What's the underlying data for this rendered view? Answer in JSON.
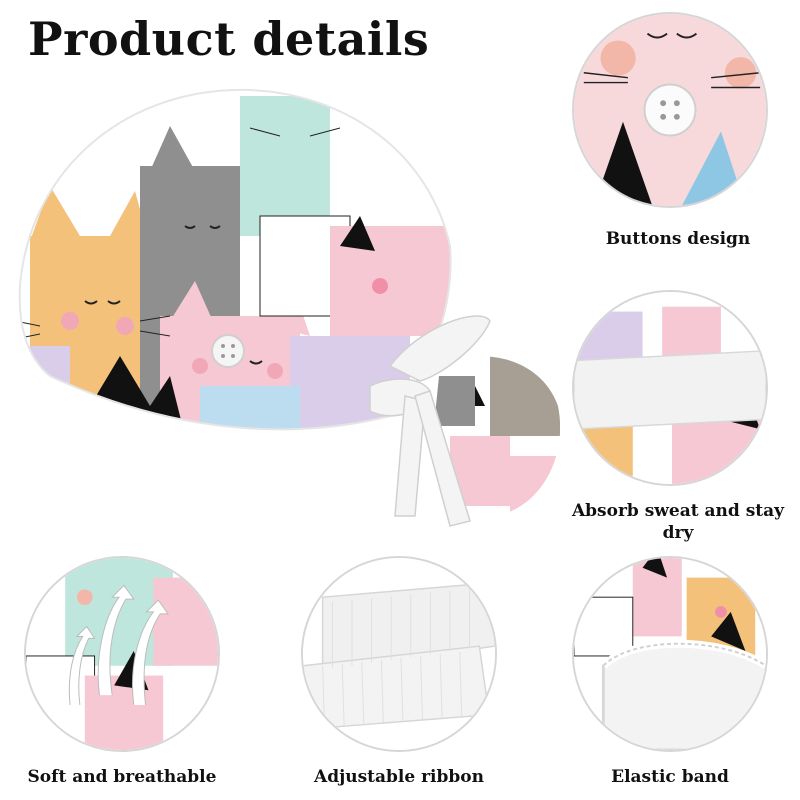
{
  "title": "Product details",
  "details": [
    {
      "label": "Buttons design"
    },
    {
      "label": "Absorb sweat and stay dry"
    },
    {
      "label": "Soft and breathable"
    },
    {
      "label": "Adjustable ribbon"
    },
    {
      "label": "Elastic band"
    }
  ],
  "colors": {
    "cat_orange": "#f3c17a",
    "cat_gray": "#8f8f8f",
    "cat_pink": "#f6c8d3",
    "cat_mint": "#bfe6dc",
    "cat_blue": "#bcdcef",
    "cat_lilac": "#d9cdea",
    "ribbon": "#f4f4f4"
  }
}
